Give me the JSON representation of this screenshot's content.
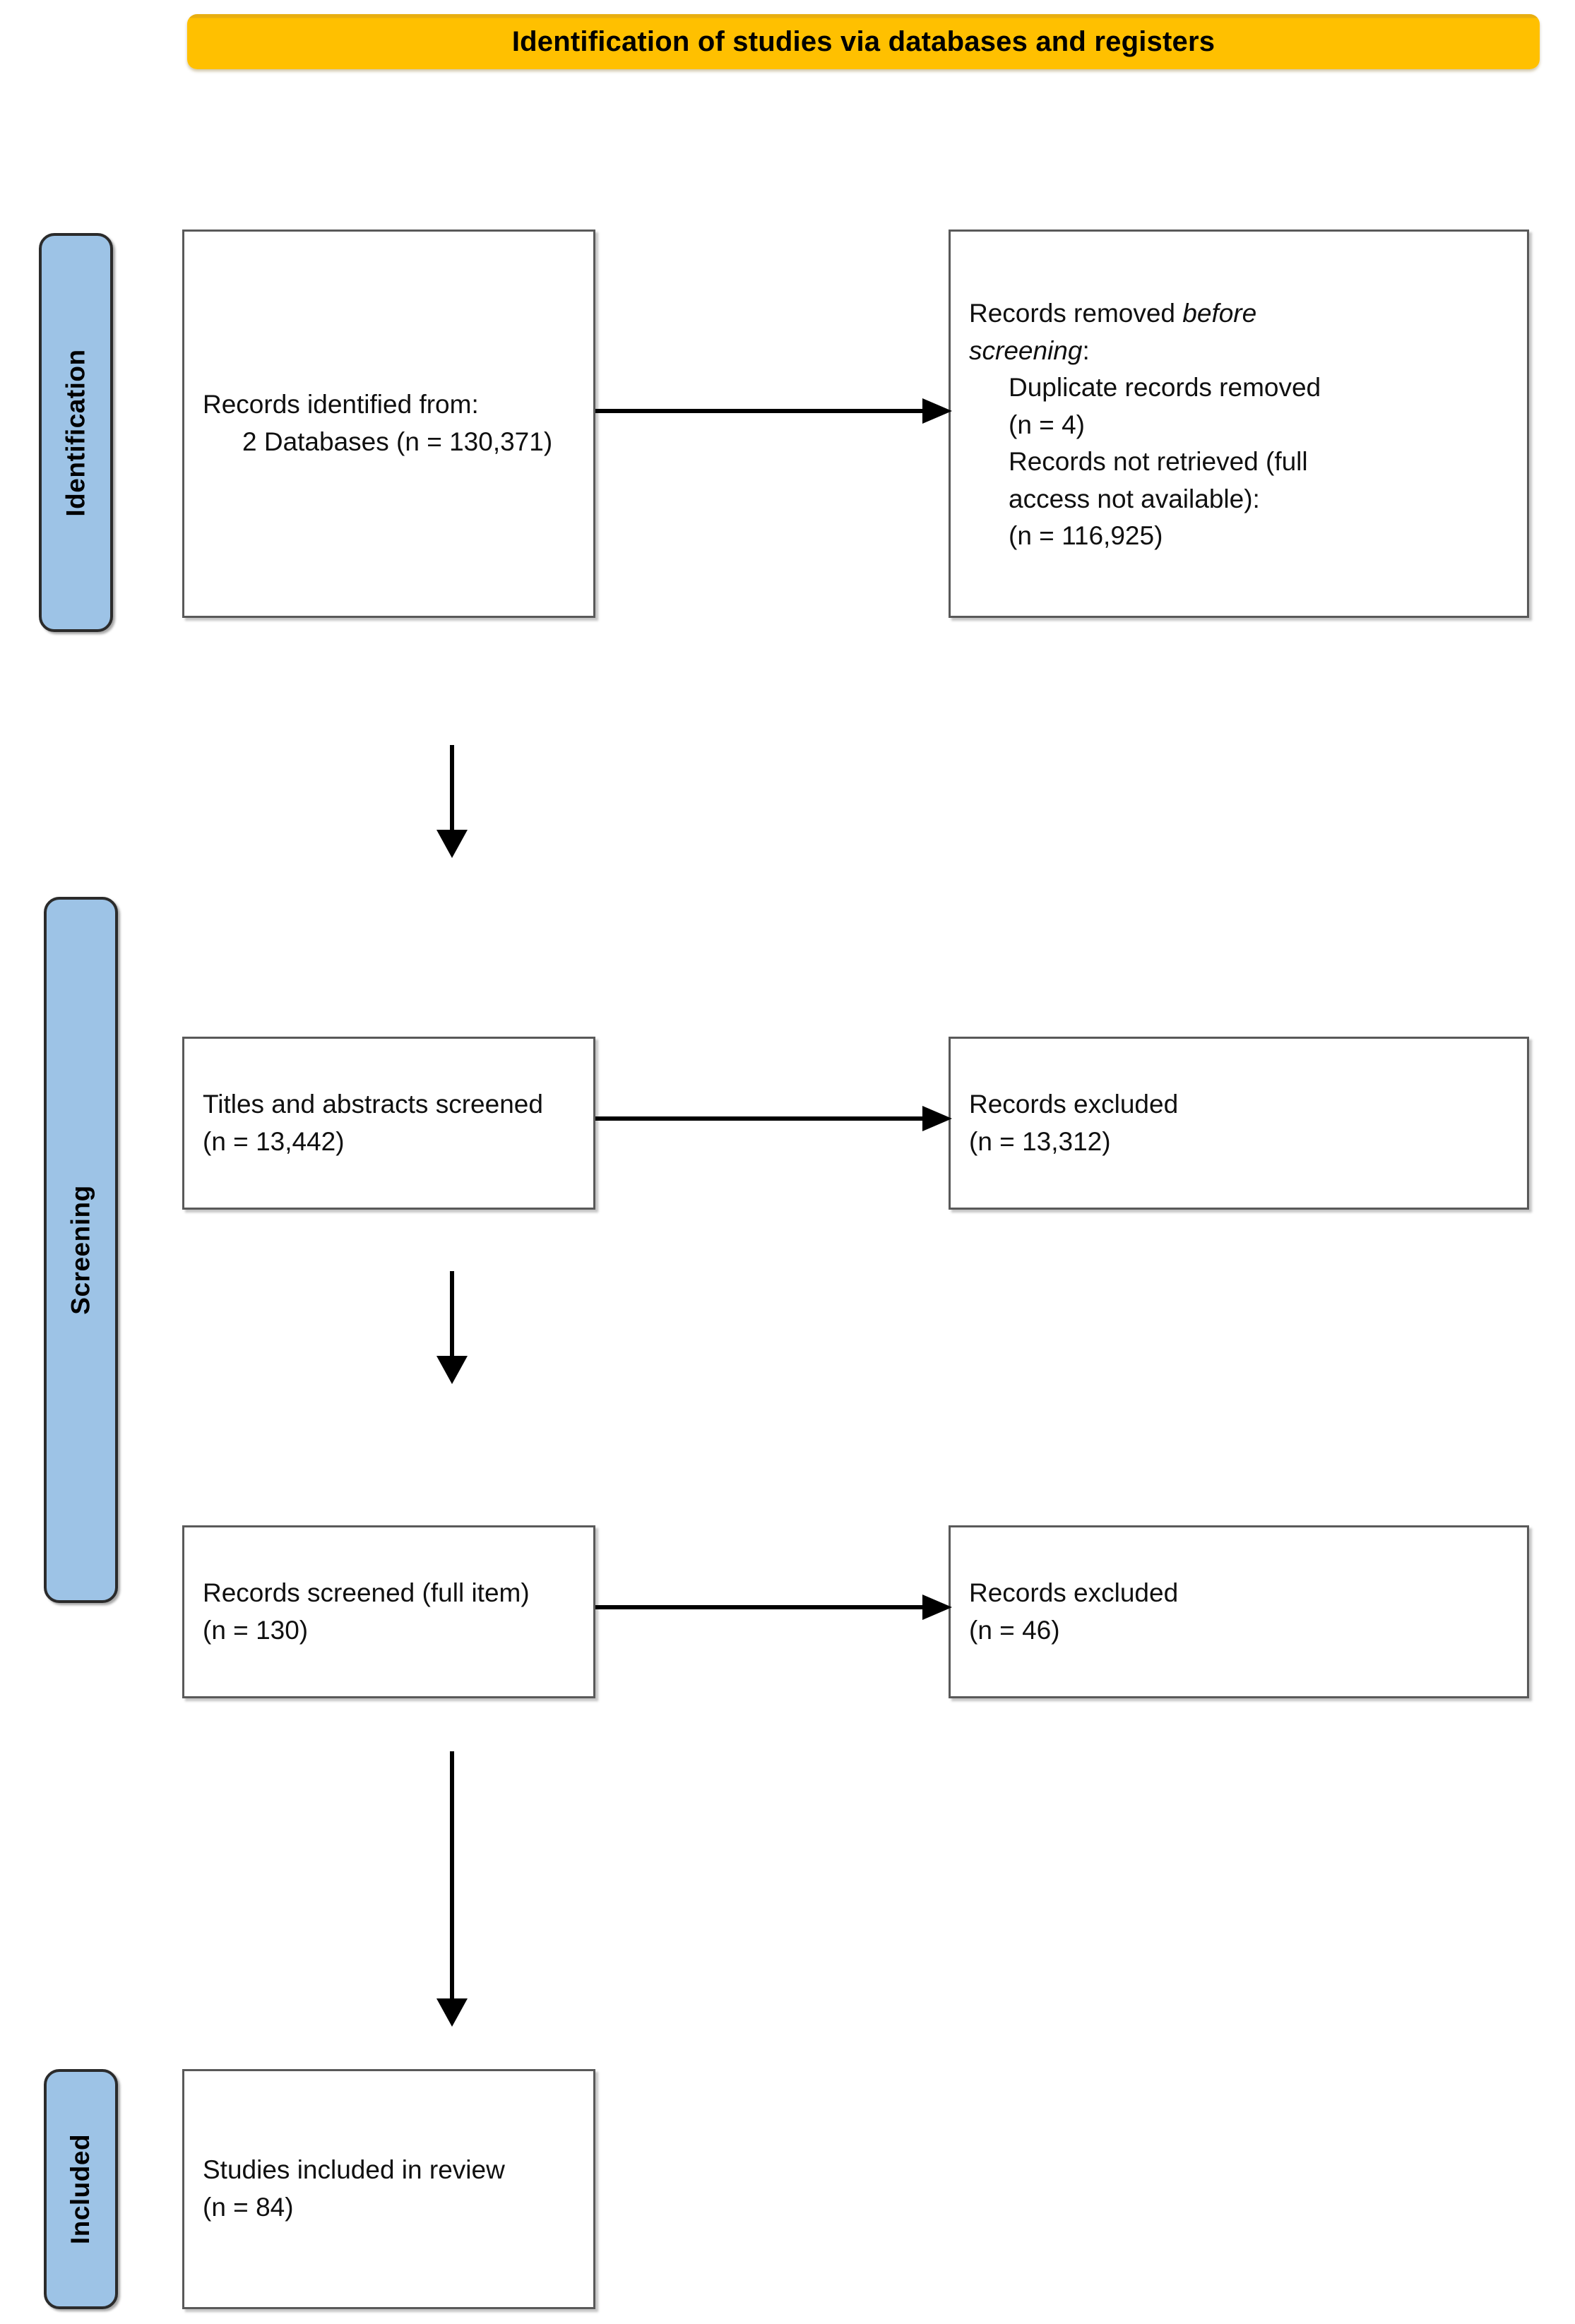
{
  "diagram": {
    "title": "Identification of studies via databases and registers",
    "colors": {
      "banner_fill": "#FFC000",
      "stage_bar_fill": "#9DC3E6",
      "box_border": "#595959",
      "arrow": "#000000",
      "text": "#000000"
    }
  },
  "stages": {
    "identification": "Identification",
    "screening": "Screening",
    "included": "Included"
  },
  "nodes": {
    "records_identified": {
      "line1": "Records identified from:",
      "line2": "2 Databases (n = 130,371)"
    },
    "records_removed": {
      "line1_plain": "Records removed ",
      "line1_italic": "before",
      "line2_italic": "screening",
      "line2_plain": ":",
      "line3": "Duplicate records removed",
      "line4": "(n = 4)",
      "line5": "Records not retrieved (full",
      "line6": "access not available):",
      "line7": "(n = 116,925)"
    },
    "titles_screened": {
      "line1": "Titles and abstracts screened",
      "line2": "(n = 13,442)"
    },
    "records_excluded_1": {
      "line1": "Records excluded",
      "line2": "(n = 13,312)"
    },
    "records_screened_full": {
      "line1": "Records screened (full item)",
      "line2": "(n = 130)"
    },
    "records_excluded_2": {
      "line1": "Records excluded",
      "line2": "(n = 46)"
    },
    "studies_included": {
      "line1": "Studies included in review",
      "line2": "(n = 84)"
    }
  },
  "chart_data": {
    "type": "diagram",
    "title": "Identification of studies via databases and registers",
    "flow": [
      {
        "stage": "Identification",
        "label": "Records identified from: 2 Databases",
        "n": 130371
      },
      {
        "stage": "Identification",
        "label": "Duplicate records removed",
        "n": 4
      },
      {
        "stage": "Identification",
        "label": "Records not retrieved (full access not available)",
        "n": 116925
      },
      {
        "stage": "Screening",
        "label": "Titles and abstracts screened",
        "n": 13442
      },
      {
        "stage": "Screening",
        "label": "Records excluded",
        "n": 13312
      },
      {
        "stage": "Screening",
        "label": "Records screened (full item)",
        "n": 130
      },
      {
        "stage": "Screening",
        "label": "Records excluded",
        "n": 46
      },
      {
        "stage": "Included",
        "label": "Studies included in review",
        "n": 84
      }
    ]
  }
}
